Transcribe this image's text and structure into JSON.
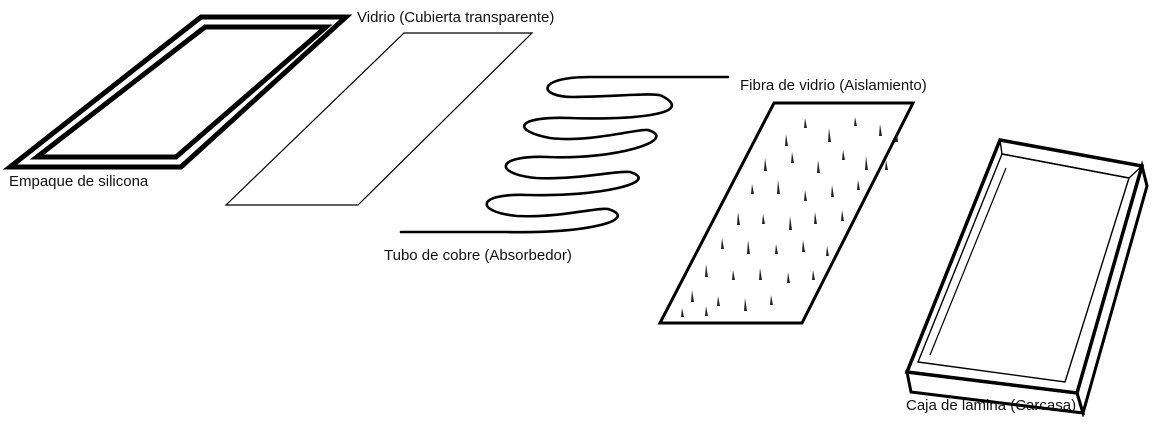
{
  "diagram": {
    "labels": {
      "gasket": "Empaque de silicona",
      "glass": "Vidrio (Cubierta transparente)",
      "fiber": "Fibra de vidrio (Aislamiento)",
      "tube": "Tubo de cobre (Absorbedor)",
      "case": "Caja de lamina (Carcasa)"
    },
    "colors": {
      "stroke": "#000000",
      "background": "#ffffff",
      "speckle": "#222222"
    }
  }
}
